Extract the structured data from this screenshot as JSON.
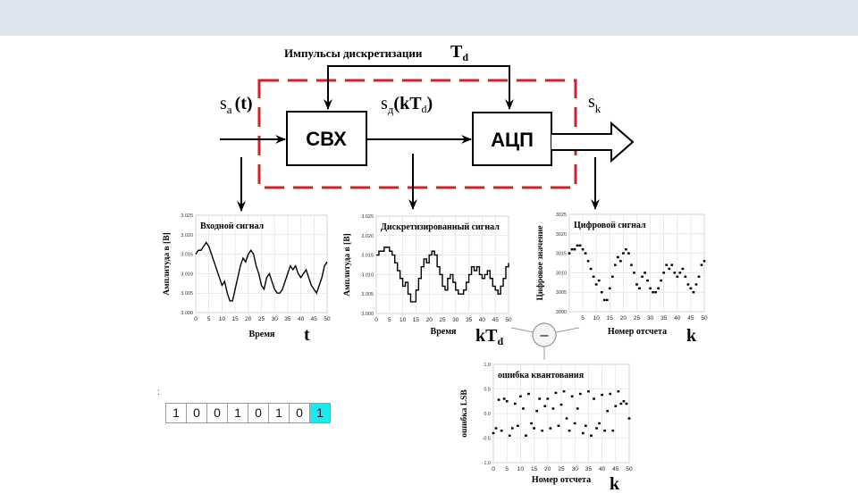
{
  "diagram": {
    "pulses_label": "Импульсы дискретизации",
    "pulses_symbol": "T",
    "pulses_sub": "d",
    "input_signal": {
      "base": "s",
      "sub": "a",
      "rest": "(t)"
    },
    "sampled_signal": {
      "base": "s",
      "sub": "д",
      "rest": "(kT",
      "sub2": "d",
      "tail": ")"
    },
    "output_signal": {
      "base": "s",
      "sub": "k"
    },
    "block_sample_hold": "СВХ",
    "block_adc": "АЦП",
    "subtract_symbol": "–",
    "colors": {
      "dashed_border": "#d62020",
      "highlight_bit": "#19e9f0",
      "header_bar": "#dde5ef"
    }
  },
  "chart_data": [
    {
      "type": "line",
      "title": "Входной сигнал",
      "xlabel": "Время",
      "ylabel": "Амплитуда в [В]",
      "axis_symbol": "t",
      "xlim": [
        0,
        50
      ],
      "ylim": [
        3.0,
        3.025
      ],
      "xticks": [
        "0",
        "5",
        "10",
        "15",
        "20",
        "25",
        "30",
        "35",
        "40",
        "45",
        "50"
      ],
      "yticks": [
        "3.000",
        "3.005",
        "3.010",
        "3.015",
        "3.020",
        "3.025"
      ],
      "grid": true,
      "x": [
        0,
        1,
        2,
        3,
        4,
        5,
        6,
        7,
        8,
        9,
        10,
        11,
        12,
        13,
        14,
        15,
        16,
        17,
        18,
        19,
        20,
        21,
        22,
        23,
        24,
        25,
        26,
        27,
        28,
        29,
        30,
        31,
        32,
        33,
        34,
        35,
        36,
        37,
        38,
        39,
        40,
        41,
        42,
        43,
        44,
        45,
        46,
        47,
        48,
        49,
        50
      ],
      "y": [
        3.015,
        3.016,
        3.016,
        3.017,
        3.018,
        3.017,
        3.015,
        3.013,
        3.011,
        3.009,
        3.007,
        3.008,
        3.005,
        3.003,
        3.003,
        3.006,
        3.009,
        3.012,
        3.014,
        3.013,
        3.015,
        3.016,
        3.015,
        3.012,
        3.01,
        3.007,
        3.006,
        3.009,
        3.01,
        3.008,
        3.006,
        3.005,
        3.005,
        3.006,
        3.008,
        3.01,
        3.012,
        3.011,
        3.012,
        3.01,
        3.009,
        3.01,
        3.011,
        3.009,
        3.007,
        3.006,
        3.005,
        3.007,
        3.009,
        3.012,
        3.013
      ]
    },
    {
      "type": "line",
      "title": "Дискретизированный сигнал",
      "xlabel": "Время",
      "ylabel": "Амплитуда в [В]",
      "axis_symbol": "kT",
      "axis_symbol_sub": "d",
      "step": true,
      "xlim": [
        0,
        50
      ],
      "ylim": [
        3.0,
        3.025
      ],
      "xticks": [
        "0",
        "5",
        "10",
        "15",
        "20",
        "25",
        "30",
        "35",
        "40",
        "45",
        "50"
      ],
      "yticks": [
        "3.000",
        "3.005",
        "3.010",
        "3.015",
        "3.020",
        "3.025"
      ],
      "grid": true,
      "x": [
        0,
        1,
        2,
        3,
        4,
        5,
        6,
        7,
        8,
        9,
        10,
        11,
        12,
        13,
        14,
        15,
        16,
        17,
        18,
        19,
        20,
        21,
        22,
        23,
        24,
        25,
        26,
        27,
        28,
        29,
        30,
        31,
        32,
        33,
        34,
        35,
        36,
        37,
        38,
        39,
        40,
        41,
        42,
        43,
        44,
        45,
        46,
        47,
        48,
        49,
        50
      ],
      "y": [
        3.015,
        3.016,
        3.016,
        3.017,
        3.017,
        3.016,
        3.015,
        3.013,
        3.011,
        3.009,
        3.007,
        3.008,
        3.005,
        3.003,
        3.003,
        3.006,
        3.009,
        3.012,
        3.014,
        3.013,
        3.015,
        3.016,
        3.015,
        3.012,
        3.01,
        3.007,
        3.006,
        3.009,
        3.01,
        3.008,
        3.006,
        3.005,
        3.005,
        3.006,
        3.008,
        3.01,
        3.012,
        3.011,
        3.012,
        3.01,
        3.009,
        3.01,
        3.011,
        3.009,
        3.007,
        3.006,
        3.005,
        3.007,
        3.009,
        3.012,
        3.013
      ]
    },
    {
      "type": "scatter",
      "title": "Цифровой сигнал",
      "xlabel": "Номер отсчета",
      "ylabel": "Цифровое значение",
      "axis_symbol": "k",
      "marker": "dash",
      "xlim": [
        0,
        50
      ],
      "ylim": [
        3000,
        3025
      ],
      "xticks": [
        "5",
        "10",
        "15",
        "20",
        "25",
        "30",
        "35",
        "40",
        "45",
        "50"
      ],
      "yticks": [
        "3000",
        "3005",
        "3010",
        "3015",
        "3020",
        "3025"
      ],
      "grid": true,
      "x": [
        0,
        1,
        2,
        3,
        4,
        5,
        6,
        7,
        8,
        9,
        10,
        11,
        12,
        13,
        14,
        15,
        16,
        17,
        18,
        19,
        20,
        21,
        22,
        23,
        24,
        25,
        26,
        27,
        28,
        29,
        30,
        31,
        32,
        33,
        34,
        35,
        36,
        37,
        38,
        39,
        40,
        41,
        42,
        43,
        44,
        45,
        46,
        47,
        48,
        49,
        50
      ],
      "y": [
        3015,
        3016,
        3016,
        3017,
        3017,
        3016,
        3015,
        3013,
        3011,
        3009,
        3007,
        3008,
        3005,
        3003,
        3003,
        3006,
        3009,
        3012,
        3014,
        3013,
        3015,
        3016,
        3015,
        3012,
        3010,
        3007,
        3006,
        3009,
        3010,
        3008,
        3006,
        3005,
        3005,
        3006,
        3008,
        3010,
        3012,
        3011,
        3012,
        3010,
        3009,
        3010,
        3011,
        3009,
        3007,
        3006,
        3005,
        3007,
        3009,
        3012,
        3013
      ]
    },
    {
      "type": "scatter",
      "title": "ошибка квантования",
      "xlabel": "Номер отсчета",
      "ylabel": "ошибка LSB",
      "axis_symbol": "k",
      "marker": "dash",
      "xlim": [
        0,
        50
      ],
      "ylim": [
        -1.0,
        1.0
      ],
      "xticks": [
        "0",
        "5",
        "10",
        "15",
        "20",
        "25",
        "30",
        "35",
        "40",
        "45",
        "50"
      ],
      "yticks": [
        "-1.0",
        "-0.5",
        "0.0",
        "0.5",
        "1.0"
      ],
      "grid": true,
      "x": [
        0,
        1,
        2,
        3,
        4,
        5,
        6,
        7,
        8,
        9,
        10,
        11,
        12,
        13,
        14,
        15,
        16,
        17,
        18,
        19,
        20,
        21,
        22,
        23,
        24,
        25,
        26,
        27,
        28,
        29,
        30,
        31,
        32,
        33,
        34,
        35,
        36,
        37,
        38,
        39,
        40,
        41,
        42,
        43,
        44,
        45,
        46,
        47,
        48,
        49,
        50
      ],
      "y": [
        -0.4,
        -0.3,
        0.28,
        -0.35,
        0.3,
        0.25,
        -0.45,
        -0.3,
        0.2,
        -0.25,
        0.35,
        0.1,
        -0.45,
        0.4,
        -0.2,
        -0.3,
        0.05,
        0.3,
        -0.35,
        0.15,
        0.3,
        -0.3,
        0.1,
        0.42,
        -0.25,
        0.18,
        0.45,
        -0.1,
        -0.35,
        0.35,
        -0.2,
        0.1,
        0.4,
        -0.4,
        -0.25,
        0.45,
        -0.45,
        0.3,
        -0.3,
        -0.2,
        0.38,
        -0.35,
        0.05,
        0.4,
        -0.35,
        0.15,
        0.45,
        0.2,
        0.25,
        0.2,
        -0.1
      ]
    }
  ],
  "binary_code": {
    "bits": [
      "1",
      "0",
      "0",
      "1",
      "0",
      "1",
      "0",
      "1"
    ],
    "highlight_index": 7,
    "prefix": ":"
  }
}
